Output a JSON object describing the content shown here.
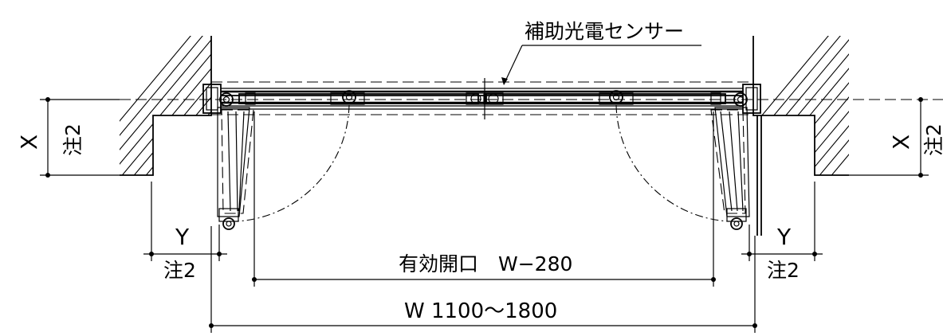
{
  "labels": {
    "sensor": "補助光電センサー",
    "effective_opening": "有効開口　W−280",
    "overall_width": "W 1100〜1800",
    "dim_x_left": "X",
    "note_left_vertical": "注2",
    "dim_x_right": "X",
    "note_right_vertical": "注2",
    "dim_y_left": "Y",
    "note_y_left": "注2",
    "dim_y_right": "Y",
    "note_y_right": "注2"
  }
}
